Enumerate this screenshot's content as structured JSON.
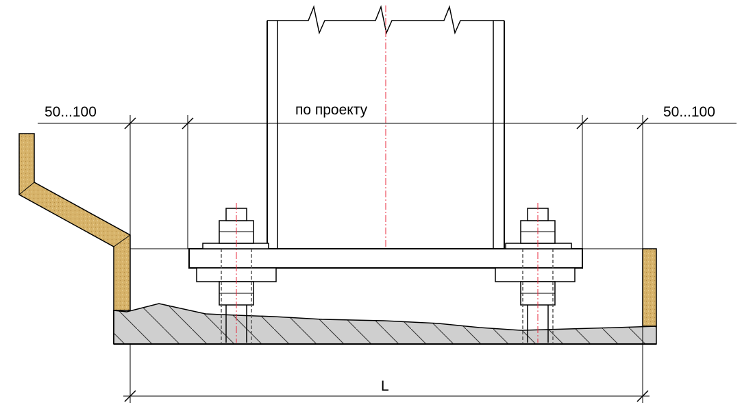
{
  "labels": {
    "left_clearance": "50...100",
    "right_clearance": "50...100",
    "plate_width": "по проекту",
    "overall_length": "L"
  },
  "colors": {
    "brick": "#d7b36a",
    "concrete": "#cfcfcf",
    "axis": "#e8283c",
    "line": "#000000"
  }
}
